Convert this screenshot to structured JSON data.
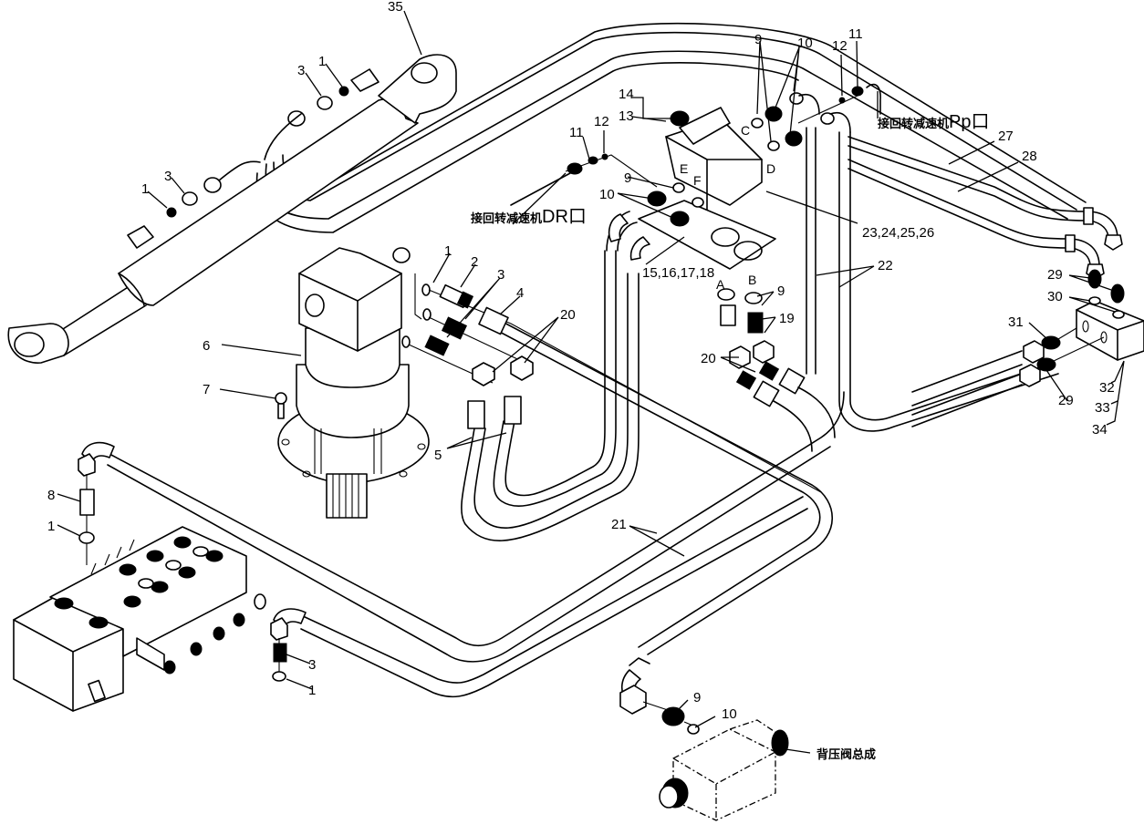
{
  "diagram": {
    "title": "Slewing hydraulic system exploded view",
    "callouts": {
      "c35": "35",
      "c3a": "3",
      "c1a": "1",
      "c3b": "3",
      "c1b": "1",
      "c1c": "1",
      "c2": "2",
      "c3c": "3",
      "c4": "4",
      "c20a": "20",
      "c6": "6",
      "c7": "7",
      "c5": "5",
      "c8": "8",
      "c1d": "1",
      "c3d": "3",
      "c1e": "1",
      "c14": "14",
      "c13": "13",
      "c11a": "11",
      "c12a": "12",
      "c9a": "9",
      "c10a": "10",
      "c15": "15,16,17,18",
      "c9b": "9",
      "c10b": "10",
      "c12b": "12",
      "c11b": "11",
      "c27": "27",
      "c28": "28",
      "c23": "23,24,25,26",
      "c22": "22",
      "c9c": "9",
      "c19": "19",
      "c20b": "20",
      "c21": "21",
      "c29a": "29",
      "c30": "30",
      "c31": "31",
      "c29b": "29",
      "c32": "32",
      "c33": "33",
      "c34": "34",
      "c9d": "9",
      "c10c": "10"
    },
    "ports": {
      "A": "A",
      "B": "B",
      "C": "C",
      "D": "D",
      "E": "E",
      "F": "F"
    },
    "notes": {
      "dr_port_cn": "接回转减速机",
      "dr_port_suffix": "DR口",
      "pp_port_cn": "接回转减速机",
      "pp_port_suffix": "Pp口",
      "back_pressure_valve": "背压阀总成"
    }
  }
}
